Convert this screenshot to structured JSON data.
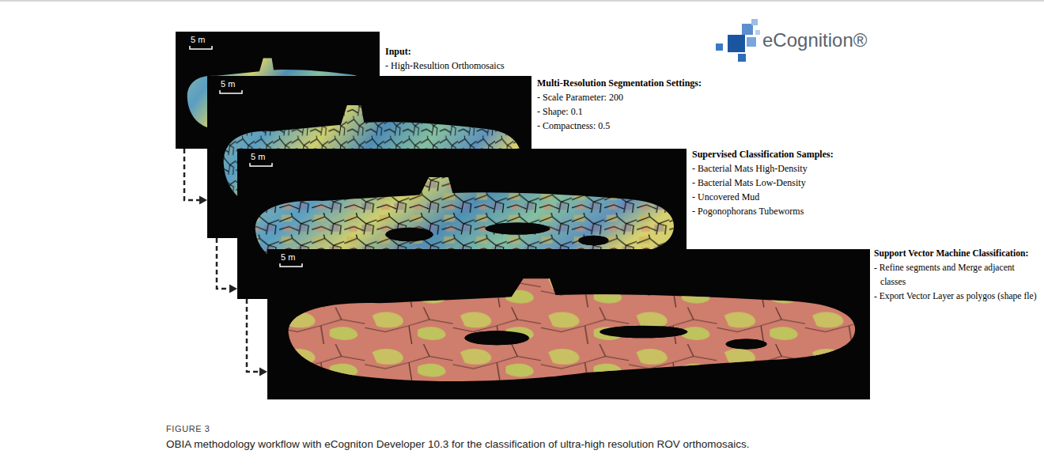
{
  "diagram": {
    "caption": "OBIA methodology workflow with eCogniton Developer 10.3 for the classification of ultra-high resolution ROV orthomosaics.",
    "nodes": [
      {
        "text": [
          "Input:",
          "- High-Resultion Orthomosaics"
        ]
      },
      {
        "text": [
          "Multi-Resolution Segmentation Settings:",
          "- Scale Parameter: 200",
          "- Shape: 0.1",
          "- Compactness: 0.5"
        ]
      },
      {
        "text": [
          "Supervised Classification Samples:",
          "- Bacterial Mats High-Density",
          "- Bacterial Mats Low-Density",
          "- Uncovered Mud",
          "- Pogonophorans Tubeworms"
        ]
      },
      {
        "text": [
          "Support Vector Machine Classification:",
          "- Refine segments and Merge adjacent classes",
          "- Export Vector Layer as polygos (shape fle)"
        ]
      }
    ],
    "edges": [
      {
        "from": 0,
        "to": 1,
        "arrow": "to"
      },
      {
        "from": 1,
        "to": 2,
        "arrow": "to"
      },
      {
        "from": 2,
        "to": 3,
        "arrow": "to"
      }
    ],
    "labels": [
      "5 m",
      "5 m",
      "5 m",
      "5 m",
      "eCognition®",
      "FIGURE 3"
    ]
  }
}
